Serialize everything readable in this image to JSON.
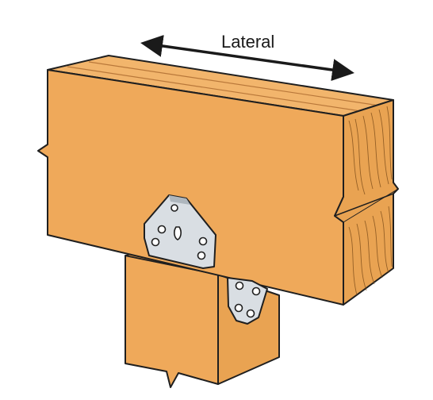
{
  "diagram": {
    "arrow_label": "Lateral"
  },
  "colors": {
    "wood_face": "#EFA95A",
    "wood_top": "#F2B56C",
    "wood_end_grain": "#E9A352",
    "outline": "#1f1f1f",
    "steel": "#D9DEE3",
    "steel_shadow": "#AEB6BD"
  },
  "icons": {
    "arrow": "double-headed-arrow",
    "connector": "post-cap-plate",
    "fastener": "nail-hole"
  }
}
